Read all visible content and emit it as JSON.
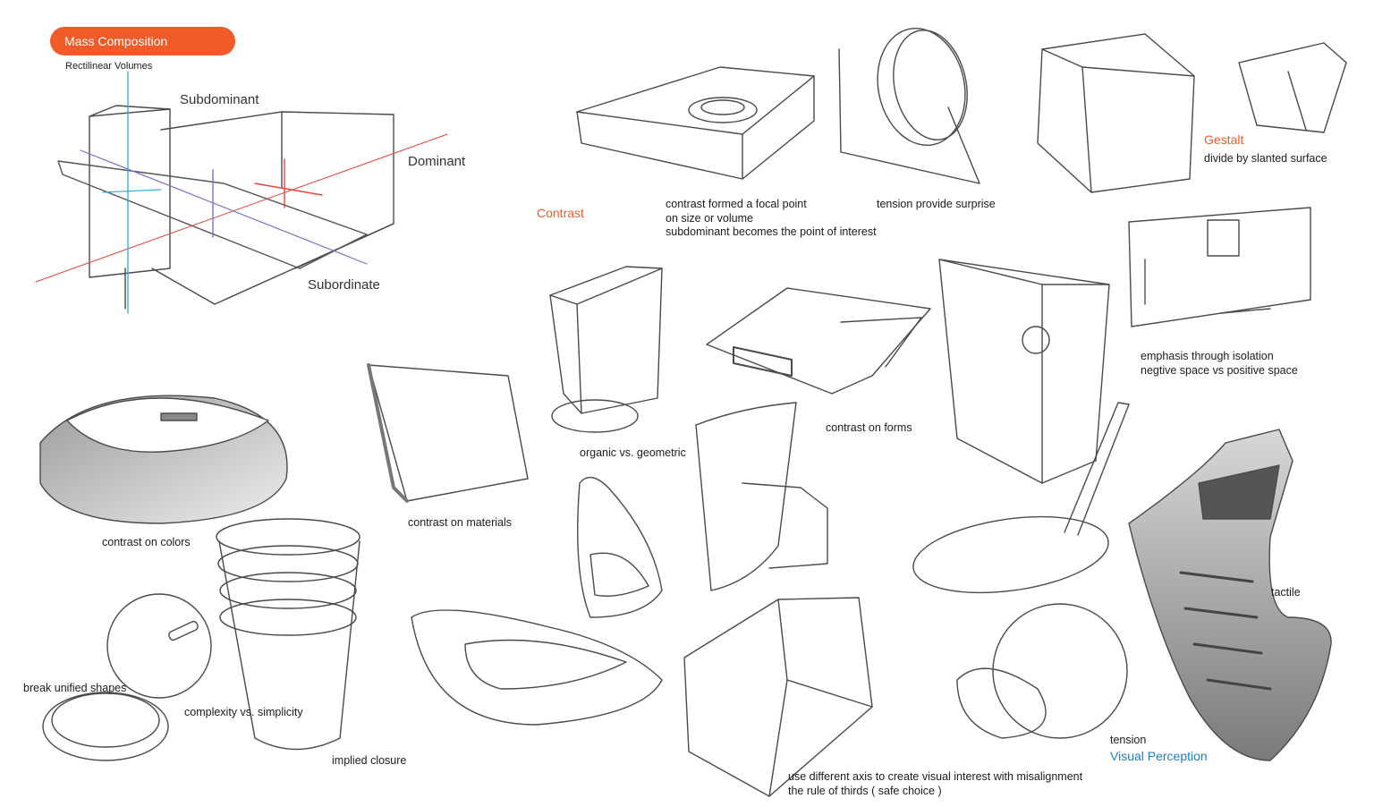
{
  "header": {
    "title": "Mass Composition",
    "subtitle": "Rectilinear Volumes"
  },
  "mass": {
    "subdominant": "Subdominant",
    "dominant": "Dominant",
    "subordinate": "Subordinate"
  },
  "sections": {
    "contrast": "Contrast",
    "gestalt": "Gestalt",
    "visual_perception": "Visual Perception"
  },
  "notes": {
    "focal_line1": "contrast formed a focal point",
    "focal_line2": "on size or volume",
    "focal_line3": "subdominant becomes the point of interest",
    "tension_surprise": "tension provide surprise",
    "slanted": "divide by slanted surface",
    "isolation_line1": "emphasis through isolation",
    "isolation_line2": "negtive space vs positive space",
    "organic": "organic vs. geometric",
    "forms": "contrast on forms",
    "materials": "contrast on materials",
    "colors": "contrast on colors",
    "break_shapes": "break unified shapes",
    "complexity": "complexity vs. simplicity",
    "closure": "implied closure",
    "tactile": "tactile",
    "tension": "tension",
    "axis_line1": "use different axis to create visual interest with misalignment",
    "axis_line2": "the rule of thirds ( safe choice )"
  },
  "colors": {
    "accent": "#f15a29",
    "perception": "#1c7fc0",
    "axis_blue": "#3aa8d8",
    "axis_red": "#e8463c"
  }
}
